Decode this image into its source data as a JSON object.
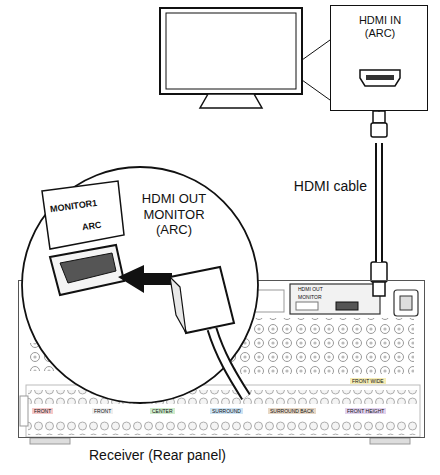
{
  "diagram": {
    "nodes": [
      {
        "text": [
          "HDMI IN (ARC)"
        ]
      },
      {
        "text": [
          "MONITOR1",
          "ARC",
          "HDMI OUT MONITOR (ARC)"
        ]
      },
      {
        "text": [
          "Receiver (Rear panel)"
        ]
      }
    ],
    "edges": [
      {
        "from": 0,
        "to": 2,
        "arrow": "none",
        "label": "HDMI cable"
      }
    ],
    "labels": [
      "HDMI OUT",
      "MONITOR",
      "FRONT",
      "FRONT",
      "CENTER",
      "SURROUND",
      "SURROUND BACK",
      "FRONT HEIGHT",
      "FRONT WIDE"
    ]
  }
}
